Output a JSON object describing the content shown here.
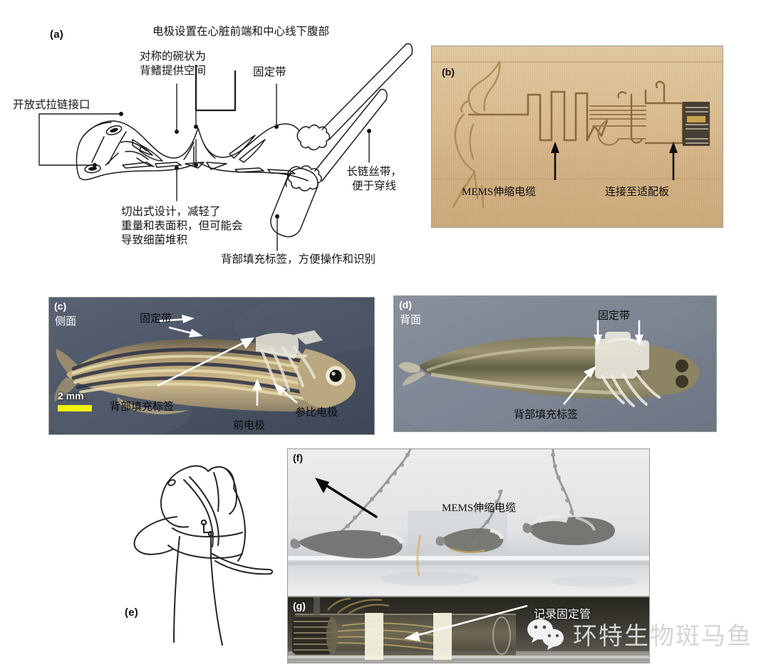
{
  "figure": {
    "panels": [
      "a",
      "b",
      "c",
      "d",
      "e",
      "f",
      "g"
    ]
  },
  "panel_a": {
    "tag": "(a)",
    "annotations": {
      "electrode_placement": "电极设置在心脏前端和中心线下腹部",
      "symmetric_bowl": "对称的碗状为\n背鳍提供空间",
      "fixing_band": "固定带",
      "zipper_port": "开放式拉链接口",
      "long_ribbon": "长链丝带，\n便于穿线",
      "cutout_design": "切出式设计，减轻了\n重量和表面积，但可能会\n导致细菌堆积",
      "back_label": "背部填充标签，方便操作和识别"
    }
  },
  "panel_b": {
    "tag": "(b)",
    "labels": {
      "mems_cable": "MEMS伸缩电缆",
      "adapter_board": "连接至适配板"
    },
    "bg_color": "#d9b98d"
  },
  "panel_c": {
    "tag": "(c)",
    "view": "侧面",
    "scale_bar": {
      "text": "2 mm",
      "color": "#f2f20a"
    },
    "labels": {
      "fixing_band": "固定带",
      "back_label": "背部填充标签",
      "front_electrode": "前电极",
      "reference_electrode": "参比电极"
    },
    "bg_color": "#4c5668"
  },
  "panel_d": {
    "tag": "(d)",
    "view": "背面",
    "labels": {
      "fixing_band": "固定带",
      "back_label": "背部填充标签"
    },
    "bg_color": "#7d8494"
  },
  "panel_e": {
    "tag": "(e)"
  },
  "panel_f": {
    "tag": "(f)",
    "labels": {
      "mems_cable": "MEMS伸缩电缆"
    },
    "bg_color": "#e6e7e9"
  },
  "panel_g": {
    "tag": "(g)",
    "labels": {
      "recording_tube": "记录固定管"
    },
    "bg_color": "#3b3b37"
  },
  "watermark": {
    "text": "环特生物斑马鱼",
    "icon": "wechat-icon",
    "color": "#d5d5d5"
  }
}
